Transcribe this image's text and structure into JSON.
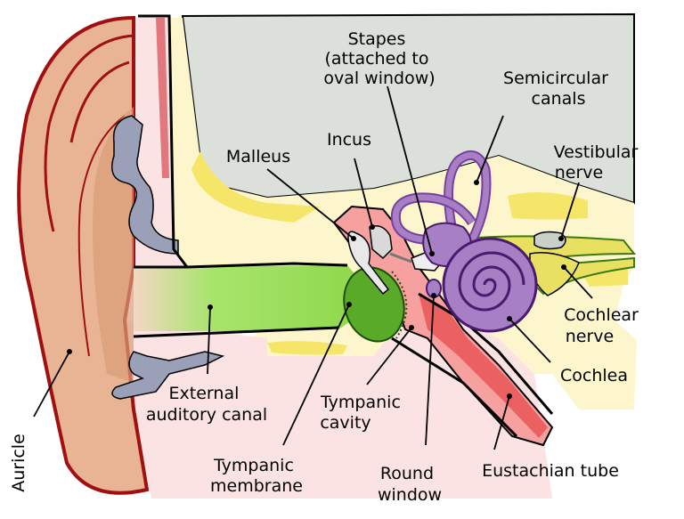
{
  "labels": {
    "stapes": [
      "Stapes",
      "(attached to",
      "oval window)"
    ],
    "semicircular": [
      "Semicircular",
      "canals"
    ],
    "incus": "Incus",
    "malleus": "Malleus",
    "vestibular": [
      "Vestibular",
      "nerve"
    ],
    "cochlear_nerve": [
      "Cochlear",
      "nerve"
    ],
    "cochlea": "Cochlea",
    "external": [
      "External",
      "auditory canal"
    ],
    "tympanic_cavity": [
      "Tympanic",
      "cavity"
    ],
    "tympanic_membrane": [
      "Tympanic",
      "membrane"
    ],
    "round_window": [
      "Round",
      "window"
    ],
    "eustachian": "Eustachian tube",
    "auricle": "Auricle"
  },
  "colors": {
    "skull_grey": "#dbe0da",
    "bone_cream": "#fdf6cc",
    "bone_yellow": "#f5e66a",
    "skin": "#e9b493",
    "skin_dark": "#d99c78",
    "soft_pink": "#fbe3e3",
    "canal_green": "#9fe060",
    "membrane_green": "#5aaa2a",
    "cavity_pink": "#f6a0a0",
    "tube_red": "#e85050",
    "inner_purple": "#a67fc4",
    "nerve_yellow": "#e8e060",
    "cartilage_grey": "#9aa0b8"
  }
}
